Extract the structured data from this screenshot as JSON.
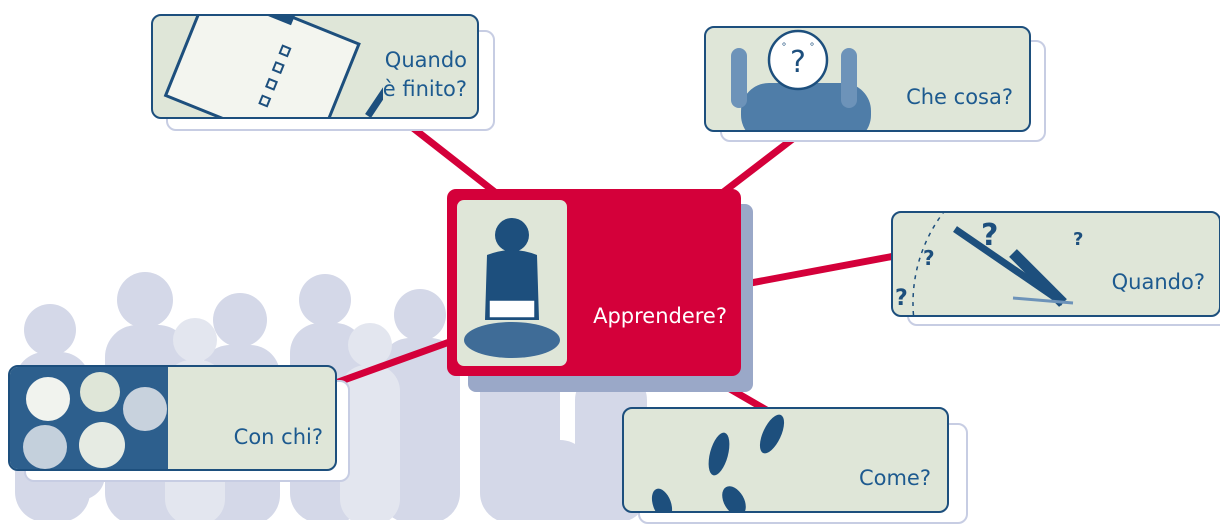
{
  "center": {
    "label": "Apprendere?"
  },
  "cards": {
    "when_finished": {
      "line1": "Quando",
      "line2": "è finito?"
    },
    "what": {
      "label": "Che cosa?"
    },
    "when": {
      "label": "Quando?"
    },
    "with_whom": {
      "label": "Con chi?"
    },
    "how": {
      "label": "Come?"
    }
  },
  "colors": {
    "accent_red": "#d4003a",
    "card_border_blue": "#1d4f7d",
    "label_blue": "#1d5a8f",
    "card_fill": "#dfe6d8",
    "silhouette": "#d4d8e8"
  }
}
